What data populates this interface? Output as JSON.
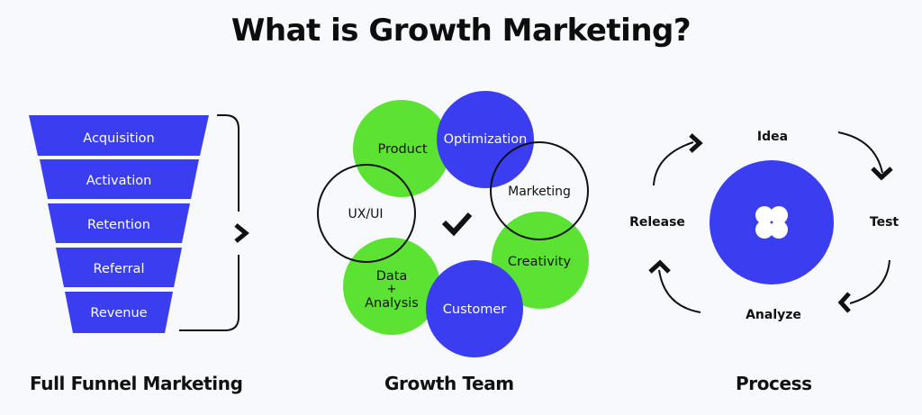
{
  "title": "What is Growth Marketing?",
  "colors": {
    "blue": "#3a3df0",
    "green": "#5be233",
    "text_dark": "#111111",
    "background": "#f7f9fc"
  },
  "funnel": {
    "caption": "Full Funnel Marketing",
    "stages": [
      "Acquisition",
      "Activation",
      "Retention",
      "Referral",
      "Revenue"
    ]
  },
  "team": {
    "caption": "Growth Team",
    "circles": [
      {
        "label": "Product",
        "style": "green"
      },
      {
        "label": "Optimization",
        "style": "blue"
      },
      {
        "label": "Marketing",
        "style": "outline"
      },
      {
        "label": "Creativity",
        "style": "green"
      },
      {
        "label": "Customer",
        "style": "blue"
      },
      {
        "label": "Data",
        "label2": "+",
        "label3": "Analysis",
        "style": "green"
      },
      {
        "label": "UX/UI",
        "style": "outline"
      }
    ],
    "center_icon": "checkmark-icon"
  },
  "process": {
    "caption": "Process",
    "steps": [
      "Idea",
      "Test",
      "Analyze",
      "Release"
    ],
    "center_icon": "clover-icon"
  }
}
